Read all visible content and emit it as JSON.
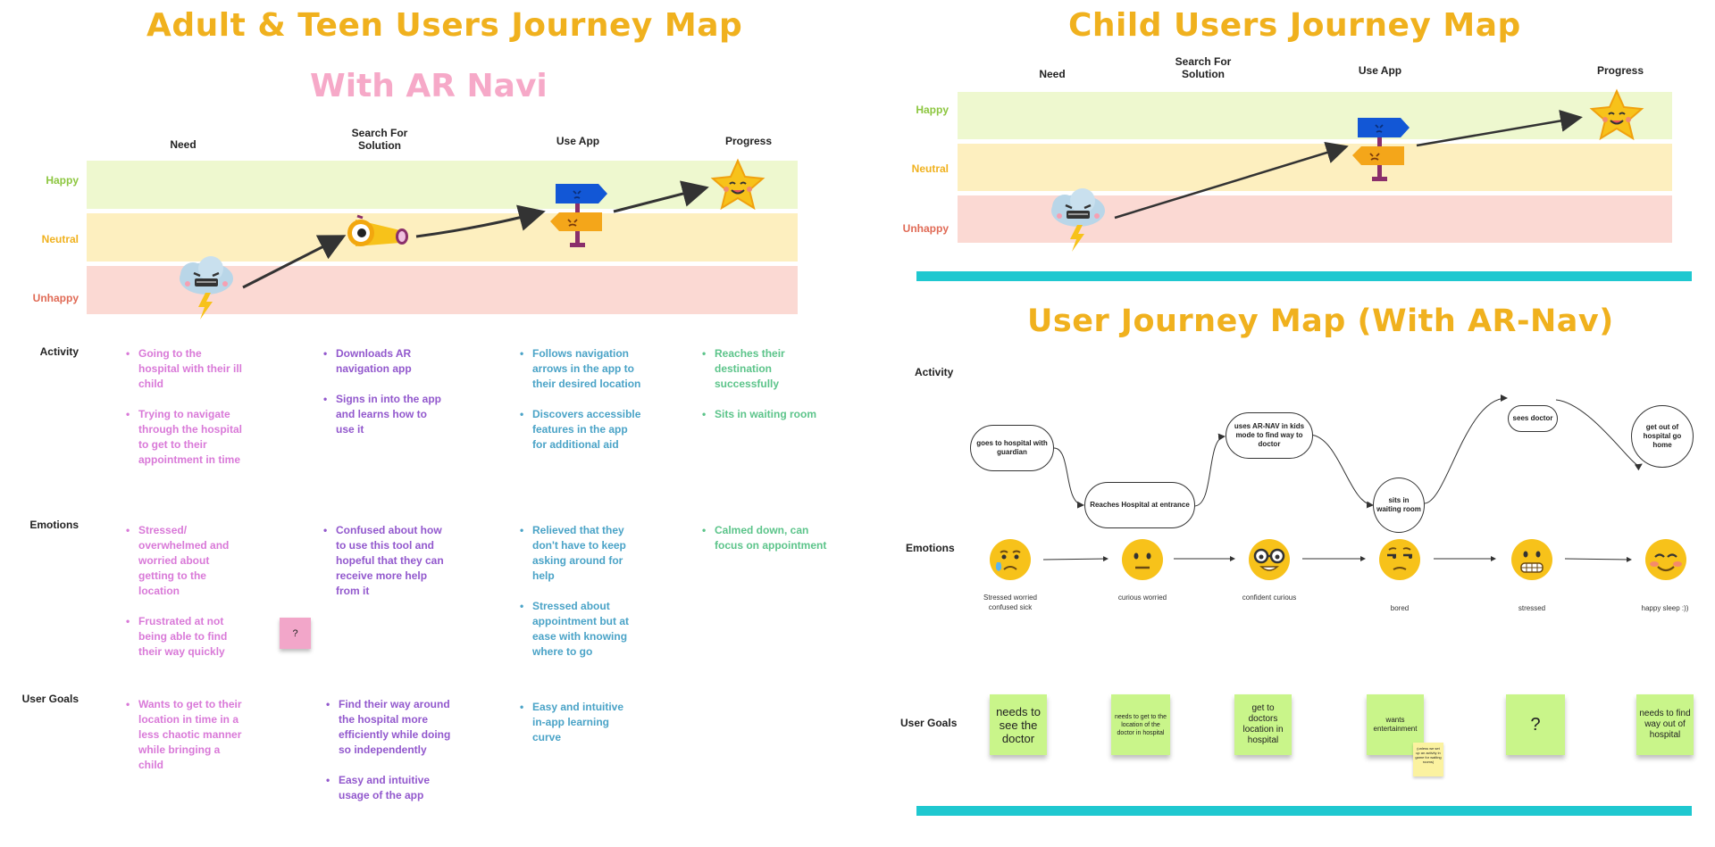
{
  "left": {
    "title": "Adult & Teen Users Journey Map",
    "subtitle": "With AR Navi",
    "columns": [
      "Need",
      "Search For Solution",
      "Use App",
      "Progress"
    ],
    "moods": [
      "Happy",
      "Neutral",
      "Unhappy"
    ],
    "row_labels": [
      "Activity",
      "Emotions",
      "User Goals"
    ],
    "activity": [
      [
        "Going to the hospital with their ill child",
        "Trying to navigate through the hospital to get to their appointment in time"
      ],
      [
        "Downloads AR navigation app",
        "Signs in into the app and learns how to use it"
      ],
      [
        "Follows navigation arrows in the app to their desired location",
        "Discovers accessible features in the app for additional aid"
      ],
      [
        "Reaches their destination successfully",
        "Sits in waiting room"
      ]
    ],
    "emotions": [
      [
        "Stressed/ overwhelmed and worried about getting to the location",
        "Frustrated at not being able to find their way quickly"
      ],
      [
        "Confused about how to use this tool and hopeful that they can receive more help from it"
      ],
      [
        "Relieved that they don't have to keep asking around for help",
        "Stressed about appointment but at ease with knowing where to go"
      ],
      [
        "Calmed down, can focus on appointment"
      ]
    ],
    "goals": [
      [
        "Wants to get to their location in time in a less chaotic manner while bringing a child"
      ],
      [
        "Find their way around the hospital more efficiently while doing so independently",
        "Easy and intuitive usage of the app"
      ],
      [
        "Easy and intuitive in-app learning curve"
      ],
      []
    ],
    "question_note": "?"
  },
  "child": {
    "title": "Child Users Journey Map",
    "columns": [
      "Need",
      "Search For Solution",
      "Use App",
      "Progress"
    ],
    "moods": [
      "Happy",
      "Neutral",
      "Unhappy"
    ]
  },
  "journey": {
    "title": "User Journey Map (With AR-Nav)",
    "row_labels": [
      "Activity",
      "Emotions",
      "User Goals"
    ],
    "nodes": [
      "goes to hospital with guardian",
      "Reaches Hospital at entrance",
      "uses AR-NAV in kids mode to find way to doctor",
      "sits in waiting room",
      "sees doctor",
      "get out of hospital go home"
    ],
    "emotion_captions": [
      "Stressed worried confused sick",
      "curious worried",
      "confident curious",
      "bored",
      "stressed",
      "happy sleep :))"
    ],
    "goals": [
      "needs to see the doctor",
      "needs to get to the location of the doctor in hospital",
      "get to doctors location in hospital",
      "wants entertainment",
      "?",
      "needs to find way out of hospital"
    ],
    "small_note": "(unless we set up an activity in game for waiting rooms)"
  },
  "colors": {
    "happy_band": "#eef8cf",
    "neutral_band": "#fdefbf",
    "unhappy_band": "#fbd9d3",
    "happy_label": "#8cc63f",
    "neutral_label": "#f0b11e",
    "unhappy_label": "#e06a55",
    "title": "#f0b11e",
    "subtitle": "#f6a9c8",
    "teal": "#1fc8d0",
    "sticky_green": "#c9f58a"
  },
  "icons": [
    "storm-cloud-icon",
    "telescope-icon",
    "signpost-icon",
    "smiling-star-icon"
  ]
}
